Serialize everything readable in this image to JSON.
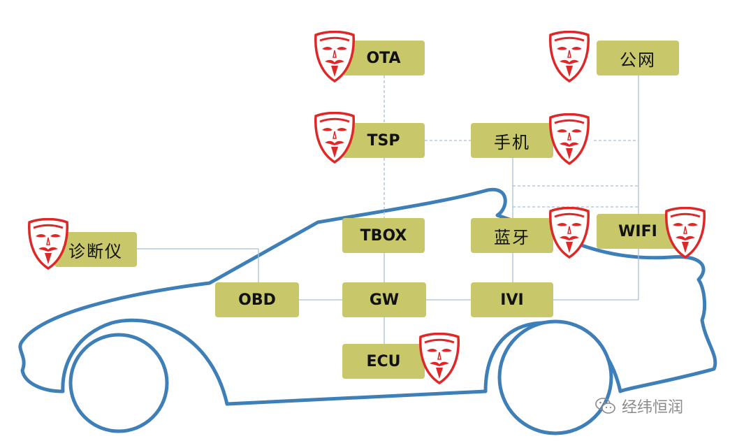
{
  "nodes": {
    "ota": "OTA",
    "tsp": "TSP",
    "public_net": "公网",
    "phone": "手机",
    "diagnostic": "诊断仪",
    "tbox": "TBOX",
    "bluetooth": "蓝牙",
    "wifi": "WIFI",
    "obd": "OBD",
    "gw": "GW",
    "ivi": "IVI",
    "ecu": "ECU"
  },
  "icons": {
    "threat": "hacker-mask-icon",
    "watermark": "wechat-icon"
  },
  "colors": {
    "node_fill": "#c8c86a",
    "car_outline": "#3f7fb8",
    "mask_red": "#e02727",
    "connector": "#a8bfd6"
  },
  "watermark": {
    "text": "经纬恒润"
  }
}
